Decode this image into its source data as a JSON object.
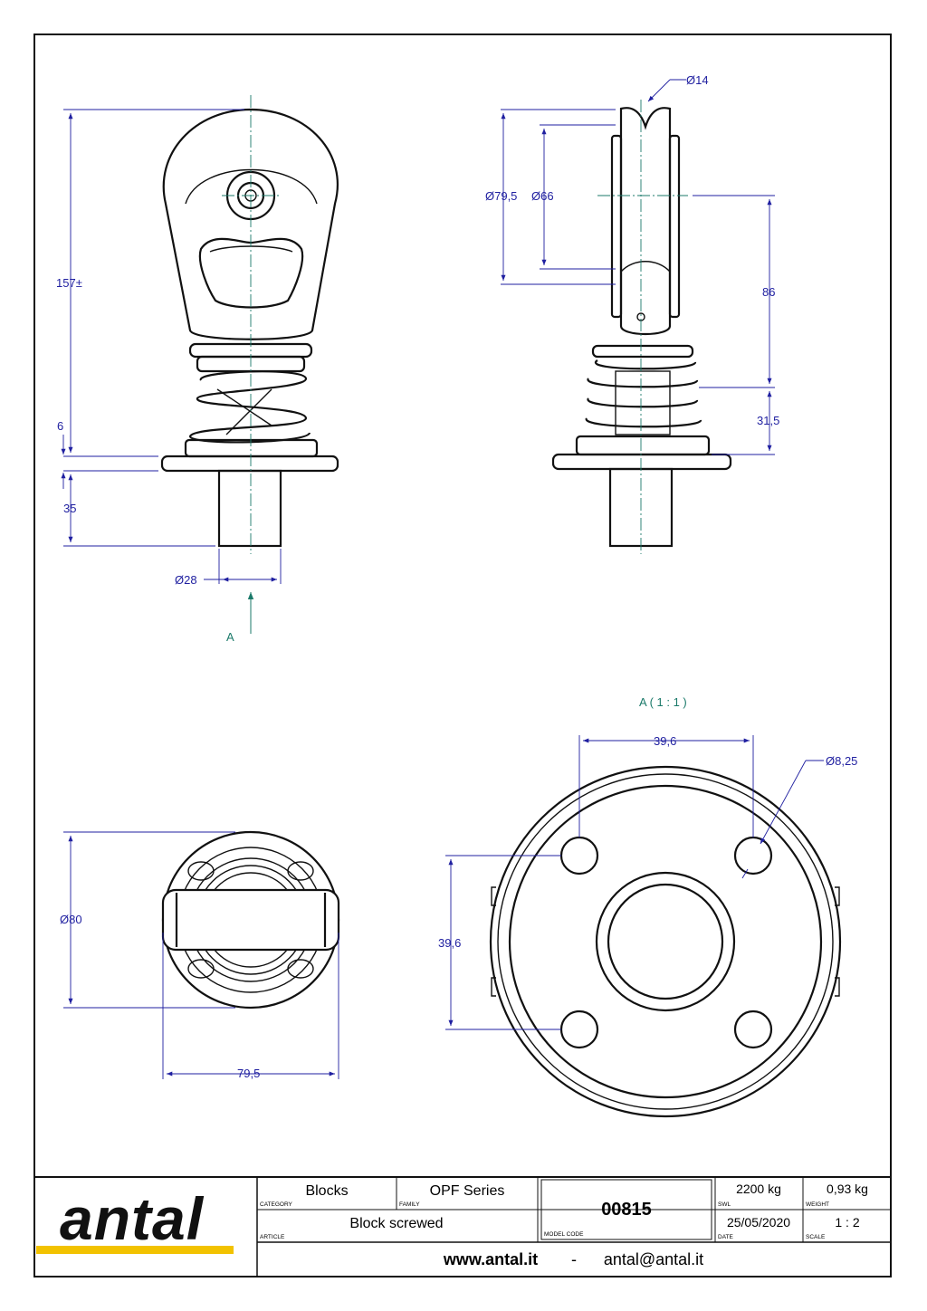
{
  "views": {
    "front": {
      "dims": {
        "height_total": "157±",
        "base_plate": "6",
        "shank": "35",
        "shank_dia": "Ø28"
      },
      "section_ref": "A"
    },
    "side": {
      "dims": {
        "pin_dia": "Ø14",
        "sheave_outer": "Ø79,5",
        "sheave_inner": "Ø66",
        "axle_to_spring": "86",
        "spring_height": "31,5"
      }
    },
    "top": {
      "dims": {
        "outer_dia": "Ø80",
        "width": "79,5"
      }
    },
    "detail": {
      "label": "A ( 1 : 1 )",
      "dims": {
        "hole_spacing_h": "39,6",
        "hole_spacing_v": "39,6",
        "hole_dia": "Ø8,25"
      }
    }
  },
  "title_block": {
    "brand": "antal",
    "brand_bar_color": "#f2c200",
    "category": "Blocks",
    "category_caption": "CATEGORY",
    "family": "OPF Series",
    "family_caption": "FAMILY",
    "article": "Block screwed",
    "article_caption": "ARTICLE",
    "model_code": "00815",
    "model_code_caption": "MODEL CODE",
    "swl": "2200 kg",
    "swl_caption": "SWL",
    "weight": "0,93 kg",
    "weight_caption": "WEIGHT",
    "date": "25/05/2020",
    "date_caption": "DATE",
    "scale": "1 : 2",
    "scale_caption": "SCALE",
    "website": "www.antal.it",
    "separator": "-",
    "email": "antal@antal.it"
  },
  "colors": {
    "dimension": "#1f1fa0",
    "centerline": "#1b7a6a",
    "outline": "#111111"
  }
}
